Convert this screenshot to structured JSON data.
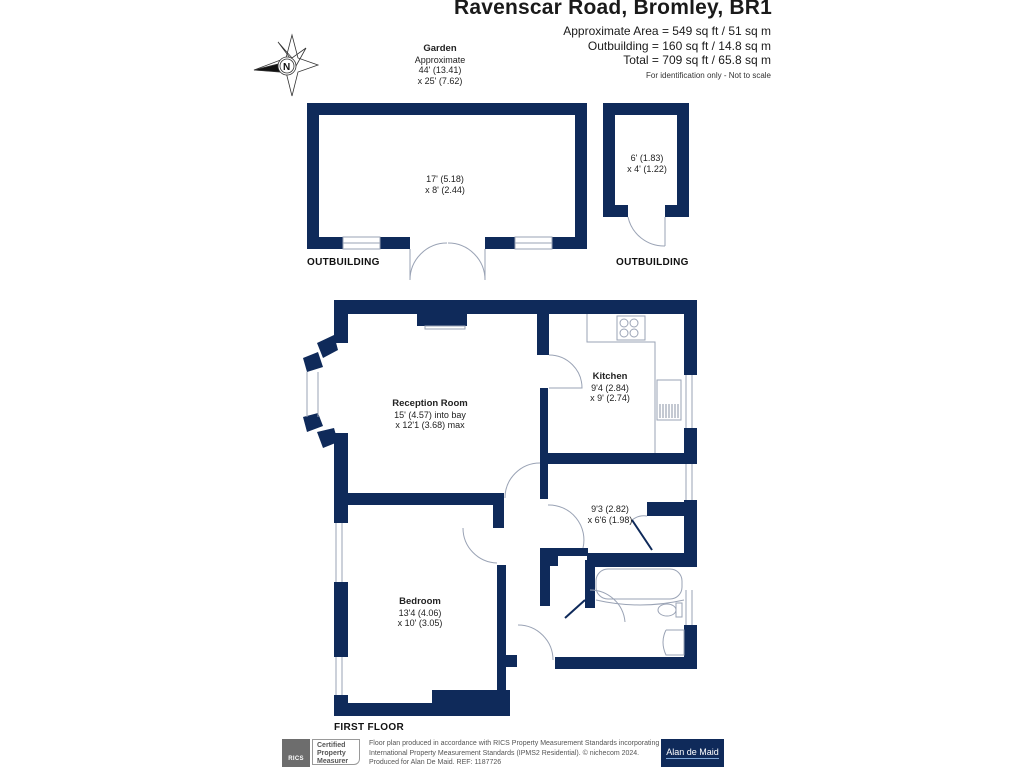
{
  "header": {
    "title": "Ravenscar Road, Bromley, BR1",
    "area_lines": [
      "Approximate Area = 549 sq ft / 51 sq m",
      "Outbuilding = 160 sq ft / 14.8 sq m",
      "Total = 709 sq ft / 65.8 sq m"
    ],
    "disclaimer": "For identification only - Not to scale"
  },
  "compass": {
    "label": "N",
    "icon": "compass-north-icon"
  },
  "garden": {
    "name": "Garden",
    "line1": "Approximate",
    "line2": "44' (13.41)",
    "line3": "x 25' (7.62)"
  },
  "outbuildings": [
    {
      "label": "OUTBUILDING",
      "dim1": "17' (5.18)",
      "dim2": "x 8' (2.44)"
    },
    {
      "label": "OUTBUILDING",
      "dim1": "6' (1.83)",
      "dim2": "x 4' (1.22)"
    }
  ],
  "rooms": {
    "reception": {
      "name": "Reception Room",
      "dim1": "15' (4.57) into bay",
      "dim2": "x 12'1 (3.68) max"
    },
    "kitchen": {
      "name": "Kitchen",
      "dim1": "9'4 (2.84)",
      "dim2": "x 9' (2.74)"
    },
    "room3": {
      "dim1": "9'3 (2.82)",
      "dim2": "x 6'6 (1.98)"
    },
    "bedroom": {
      "name": "Bedroom",
      "dim1": "13'4 (4.06)",
      "dim2": "x 10' (3.05)"
    }
  },
  "floor_label": "FIRST FLOOR",
  "footer": {
    "rics_abbr": "RICS",
    "rics_badge": [
      "Certified",
      "Property",
      "Measurer"
    ],
    "text_lines": [
      "Floor plan produced in accordance with RICS Property Measurement Standards incorporating",
      "International Property Measurement Standards (IPMS2 Residential).  © nichecom 2024.",
      "Produced for Alan De Maid.   REF: 1187726"
    ],
    "brand": "Alan de Maid"
  },
  "colors": {
    "wall": "#0f2a5a",
    "line": "#9aa3b5",
    "brand_bg": "#0f2a5a"
  }
}
